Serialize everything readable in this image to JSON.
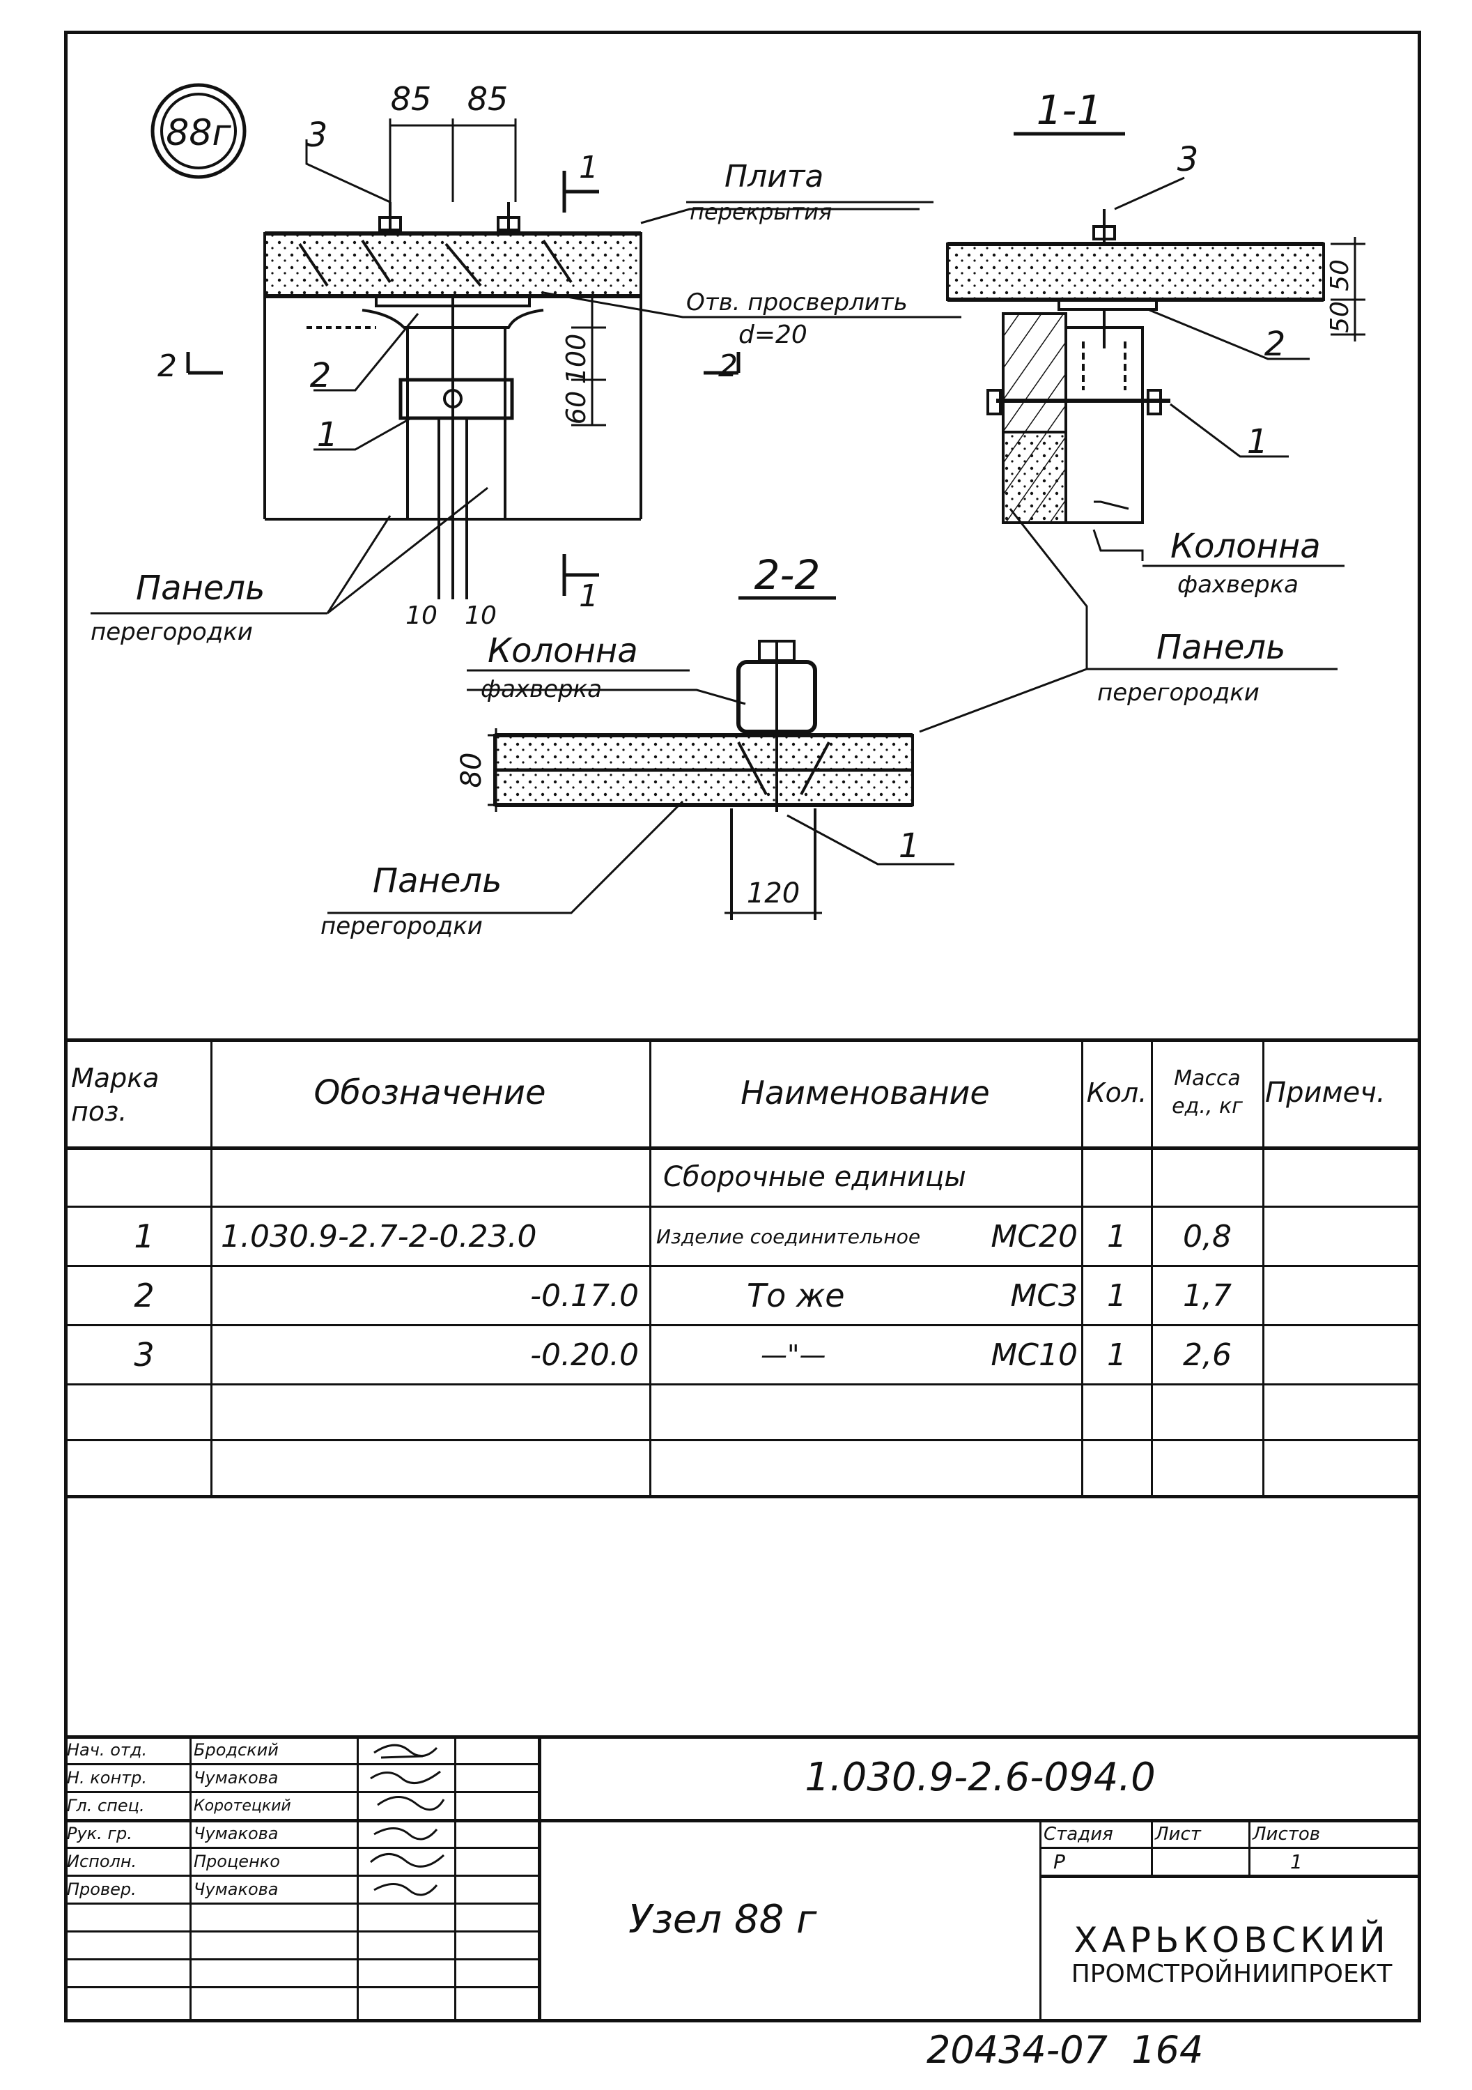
{
  "drawing": {
    "node_badge": "88г",
    "dims": {
      "d85a": "85",
      "d85b": "85",
      "d100": "100",
      "d60": "60",
      "d10a": "10",
      "d10b": "10",
      "d50a": "50",
      "d50b": "50",
      "d80": "80",
      "d120": "120"
    },
    "section_1_1": "1-1",
    "section_2_2": "2-2",
    "cut_marker_1": "1",
    "cut_marker_2": "2",
    "pos_labels": {
      "p1": "1",
      "p2": "2",
      "p3": "3"
    },
    "labels": {
      "slab_line1": "Плита",
      "slab_line2": "перекрытия",
      "drill_line1": "Отв. просверлить",
      "drill_line2": "d=20",
      "panel_line1": "Панель",
      "panel_line2": "перегородки",
      "column_line1": "Колонна",
      "column_line2": "фахверка"
    }
  },
  "spec_table": {
    "headers": {
      "mark": "Марка поз.",
      "designation": "Обозначение",
      "name": "Наименование",
      "qty": "Кол.",
      "mass": "Масса ед., кг",
      "note": "Примеч."
    },
    "section_title": "Сборочные единицы",
    "rows": [
      {
        "mark": "1",
        "designation": "1.030.9-2.7-2-0.23.0",
        "name": "Изделие соединительное",
        "code": "МС20",
        "qty": "1",
        "mass": "0,8"
      },
      {
        "mark": "2",
        "designation": "-0.17.0",
        "name": "То же",
        "code": "МС3",
        "qty": "1",
        "mass": "1,7"
      },
      {
        "mark": "3",
        "designation": "-0.20.0",
        "name": "—\"—",
        "code": "МС10",
        "qty": "1",
        "mass": "2,6"
      }
    ]
  },
  "title_block": {
    "roles": [
      {
        "role": "Нач. отд.",
        "name": "Бродский"
      },
      {
        "role": "Н. контр.",
        "name": "Чумакова"
      },
      {
        "role": "Гл. спец.",
        "name": "Коротецкий"
      },
      {
        "role": "Рук. гр.",
        "name": "Чумакова"
      },
      {
        "role": "Исполн.",
        "name": "Проценко"
      },
      {
        "role": "Провер.",
        "name": "Чумакова"
      }
    ],
    "document_code": "1.030.9-2.6-094.0",
    "title": "Узел 88 г",
    "stage_label": "Стадия",
    "sheet_label": "Лист",
    "sheets_label": "Листов",
    "stage_value": "Р",
    "sheets_value": "1",
    "org_line1": "ХАРЬКОВСКИЙ",
    "org_line2": "ПРОМСТРОЙНИИПРОЕКТ"
  },
  "footer_number": "20434-07  164"
}
